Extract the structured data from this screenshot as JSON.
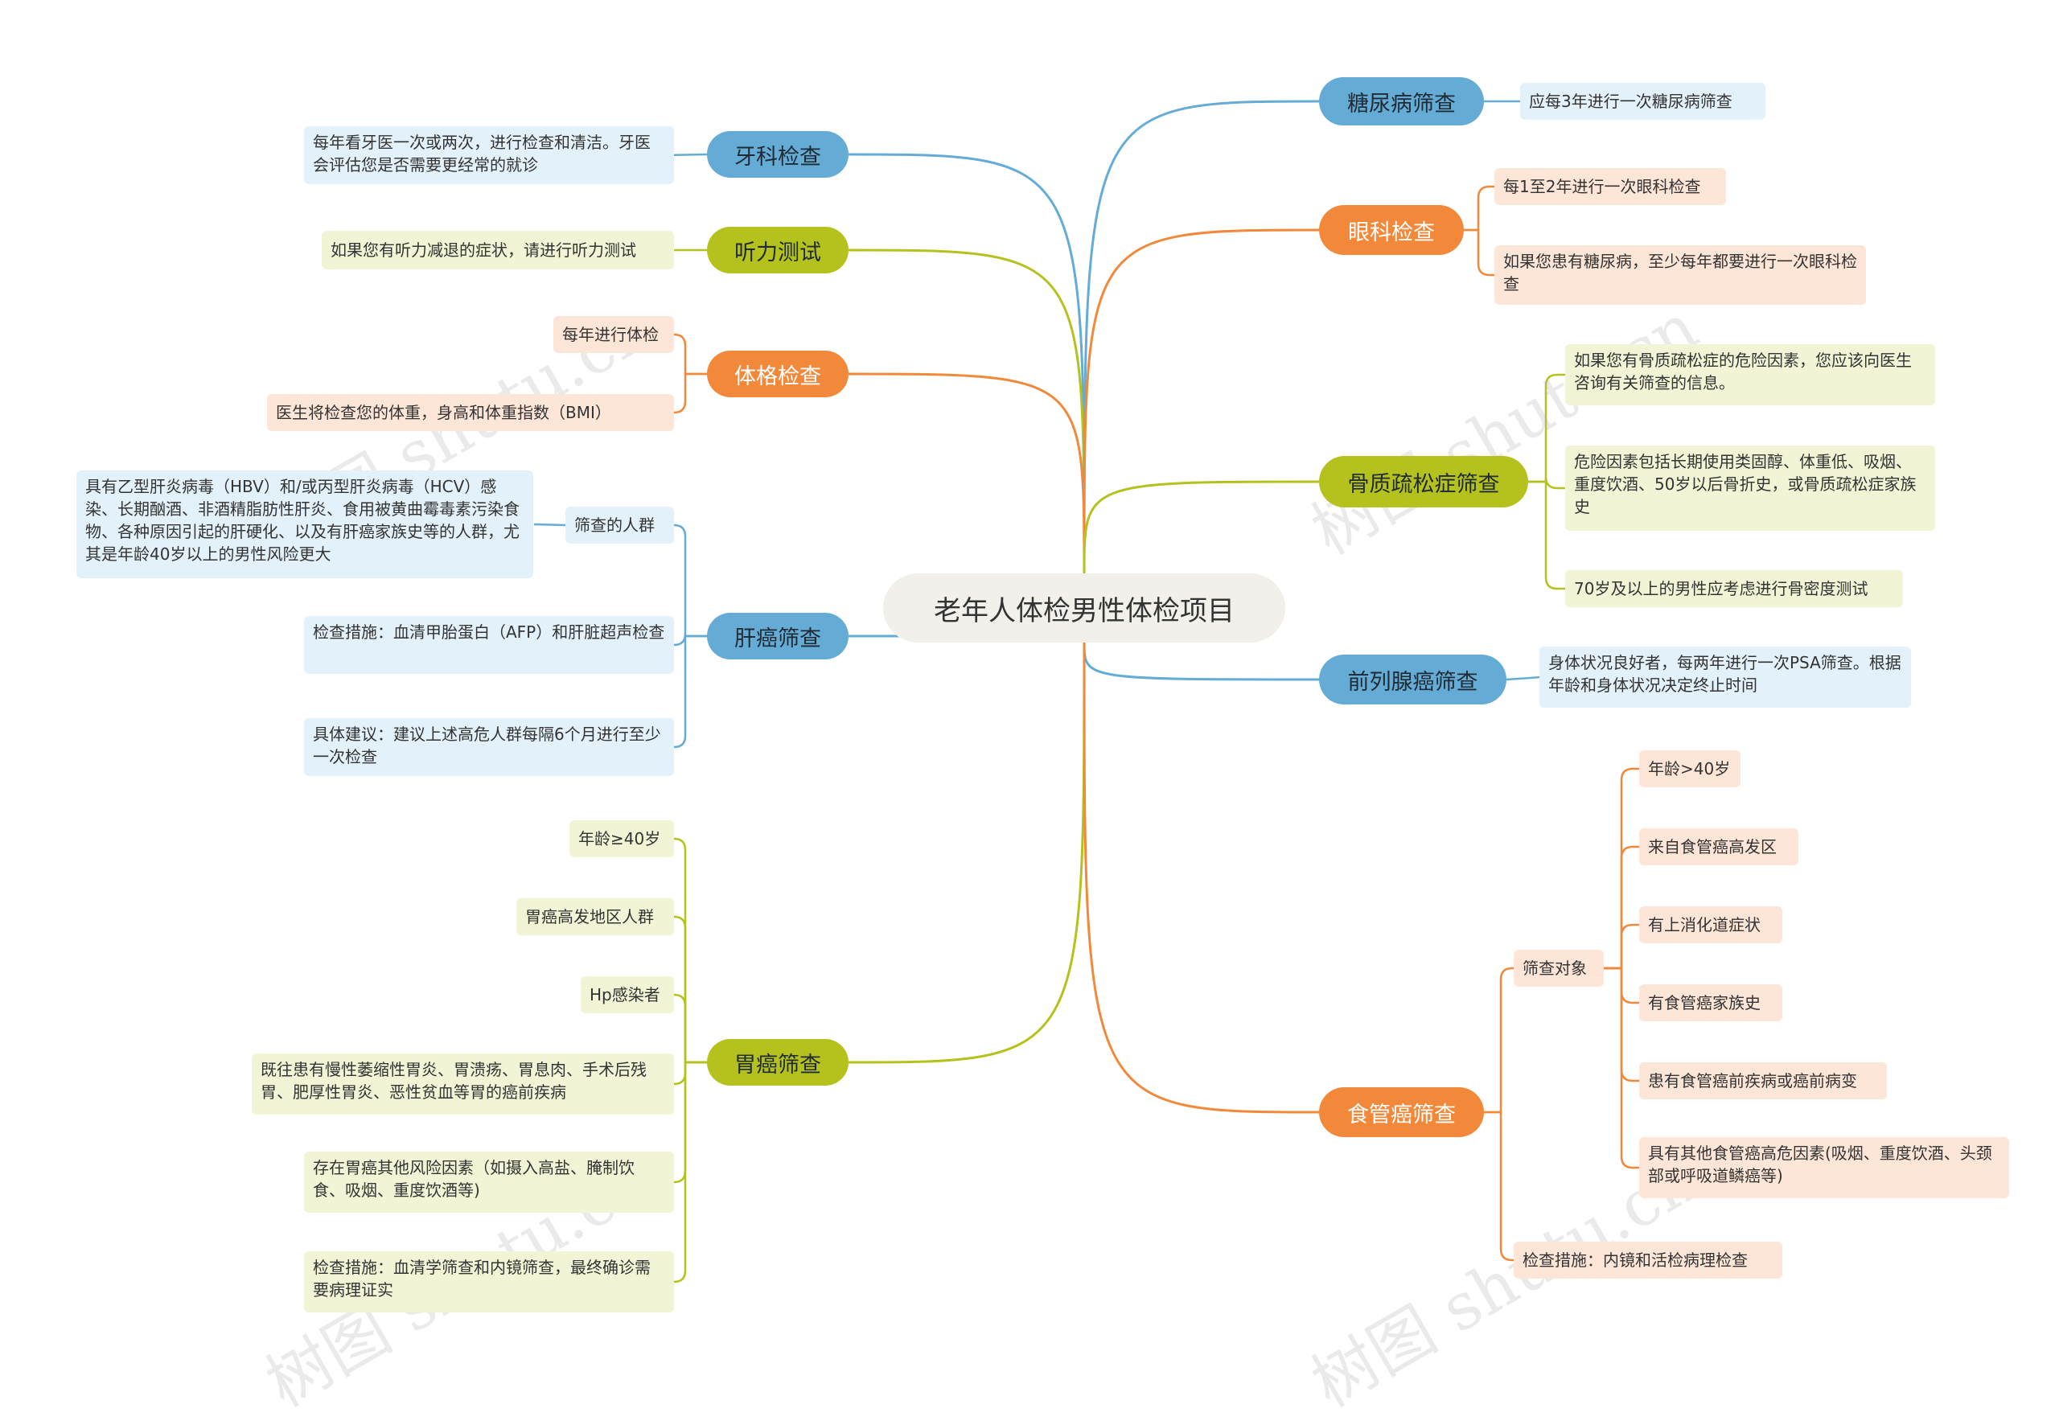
{
  "root": {
    "label": "老年人体检男性体检项目"
  },
  "watermarks": [
    "树图 shutu.cn",
    "树图 shutu.cn",
    "树图 shutu.cn",
    "树图 shutu.cn"
  ],
  "colors": {
    "blue": "#64acd6",
    "orange": "#f2893a",
    "olive": "#b5c21d"
  },
  "branches": [
    {
      "id": "dental",
      "label": "牙科检查",
      "color": "blue",
      "items": [
        {
          "text": "每年看牙医一次或两次，进行检查和清洁。牙医会评估您是否需要更经常的就诊"
        }
      ]
    },
    {
      "id": "hearing",
      "label": "听力测试",
      "color": "olive",
      "items": [
        {
          "text": "如果您有听力减退的症状，请进行听力测试"
        }
      ]
    },
    {
      "id": "physical",
      "label": "体格检查",
      "color": "orange",
      "items": [
        {
          "text": "每年进行体检"
        },
        {
          "text": "医生将检查您的体重，身高和体重指数（BMI）"
        }
      ]
    },
    {
      "id": "liver",
      "label": "肝癌筛查",
      "color": "blue",
      "items": [
        {
          "text": "筛查的人群",
          "children": [
            {
              "text": "具有乙型肝炎病毒（HBV）和/或丙型肝炎病毒（HCV）感染、长期酗酒、非酒精脂肪性肝炎、食用被黄曲霉毒素污染食物、各种原因引起的肝硬化、以及有肝癌家族史等的人群，尤其是年龄40岁以上的男性风险更大"
            }
          ]
        },
        {
          "text": "检查措施：血清甲胎蛋白（AFP）和肝脏超声检查"
        },
        {
          "text": "具体建议：建议上述高危人群每隔6个月进行至少一次检查"
        }
      ]
    },
    {
      "id": "stomach",
      "label": "胃癌筛查",
      "color": "olive",
      "items": [
        {
          "text": "年龄≥40岁"
        },
        {
          "text": "胃癌高发地区人群"
        },
        {
          "text": "Hp感染者"
        },
        {
          "text": "既往患有慢性萎缩性胃炎、胃溃疡、胃息肉、手术后残胃、肥厚性胃炎、恶性贫血等胃的癌前疾病"
        },
        {
          "text": "存在胃癌其他风险因素（如摄入高盐、腌制饮食、吸烟、重度饮酒等)"
        },
        {
          "text": "检查措施：血清学筛查和内镜筛查，最终确诊需要病理证实"
        }
      ]
    },
    {
      "id": "diabetes",
      "label": "糖尿病筛查",
      "color": "blue",
      "items": [
        {
          "text": "应每3年进行一次糖尿病筛查"
        }
      ]
    },
    {
      "id": "eye",
      "label": "眼科检查",
      "color": "orange",
      "items": [
        {
          "text": "每1至2年进行一次眼科检查"
        },
        {
          "text": "如果您患有糖尿病，至少每年都要进行一次眼科检查"
        }
      ]
    },
    {
      "id": "osteo",
      "label": "骨质疏松症筛查",
      "color": "olive",
      "items": [
        {
          "text": "如果您有骨质疏松症的危险因素，您应该向医生咨询有关筛查的信息。"
        },
        {
          "text": "危险因素包括长期使用类固醇、体重低、吸烟、重度饮酒、50岁以后骨折史，或骨质疏松症家族史"
        },
        {
          "text": "70岁及以上的男性应考虑进行骨密度测试"
        }
      ]
    },
    {
      "id": "prostate",
      "label": "前列腺癌筛查",
      "color": "blue",
      "items": [
        {
          "text": "身体状况良好者，每两年进行一次PSA筛查。根据年龄和身体状况决定终止时间"
        }
      ]
    },
    {
      "id": "esophagus",
      "label": "食管癌筛查",
      "color": "orange",
      "items": [
        {
          "text": "筛查对象",
          "children": [
            {
              "text": "年龄>40岁"
            },
            {
              "text": "来自食管癌高发区"
            },
            {
              "text": "有上消化道症状"
            },
            {
              "text": "有食管癌家族史"
            },
            {
              "text": "患有食管癌前疾病或癌前病变"
            },
            {
              "text": "具有其他食管癌高危因素(吸烟、重度饮酒、头颈部或呼吸道鳞癌等)"
            }
          ]
        },
        {
          "text": "检查措施：内镜和活检病理检查"
        }
      ]
    }
  ]
}
